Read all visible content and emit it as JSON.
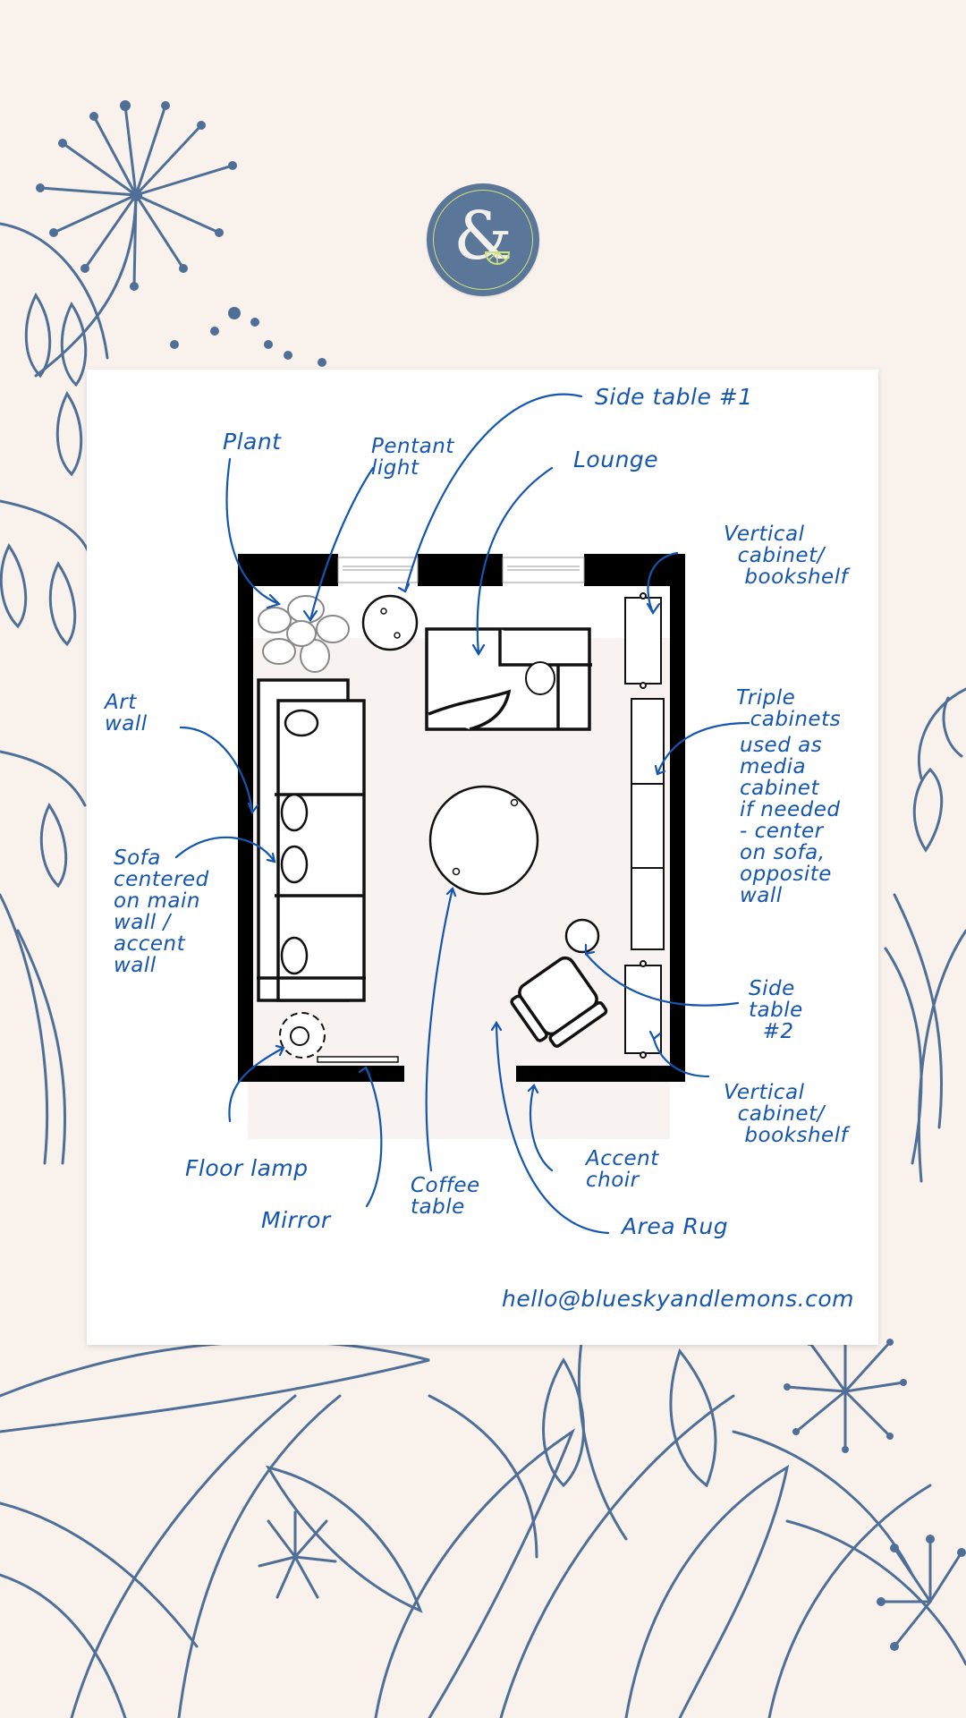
{
  "page": {
    "background_color": "#f8f1ec",
    "illustration_color": "#4f6f97",
    "annotation_color": "#1455b0"
  },
  "logo": {
    "symbol": "&",
    "icon": "ampersand-lemon-icon",
    "circle_color": "#5a7698",
    "accent_color": "#cfe07a"
  },
  "floor_plan": {
    "title": "Living room layout sketch",
    "labels": {
      "side_table_1": "Side table #1",
      "plant": "Plant",
      "pendant_light": "Pentant\nlight",
      "lounge": "Lounge",
      "vertical_cabinet_top": "Vertical\n  cabinet/\n   bookshelf",
      "art_wall": "Art\nwall",
      "triple_cabinets": "Triple\n  cabinets",
      "triple_cabinets_note": "used as\nmedia\ncabinet\nif needed\n- center\non sofa,\nopposite\nwall",
      "sofa": "Sofa\ncentered\non main\nwall /\naccent\nwall",
      "side_table_2": "Side\ntable\n  #2",
      "vertical_cabinet_bottom": "Vertical\n  cabinet/\n   bookshelf",
      "floor_lamp": "Floor lamp",
      "mirror": "Mirror",
      "coffee_table": "Coffee\ntable",
      "accent_chair": "Accent\nchoir",
      "area_rug": "Area Rug"
    },
    "contact_email": "hello@blueskyandlemons.com"
  }
}
